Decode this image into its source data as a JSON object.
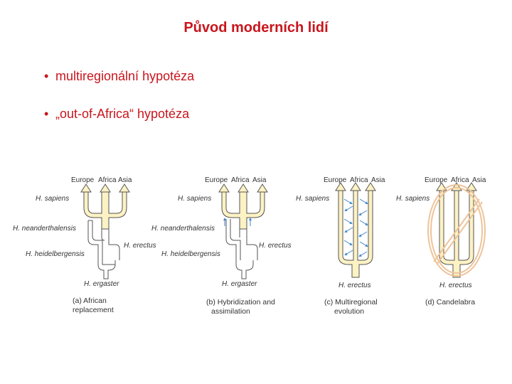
{
  "title": "Původ moderních lidí",
  "bullets": [
    {
      "marker": "•",
      "text": "multiregionální hypotéza"
    },
    {
      "marker": "•",
      "text": "„out-of-Africa“ hypotéza"
    }
  ],
  "colors": {
    "title": "#c8161d",
    "outline": "#555555",
    "fill": "#fdf2c4",
    "blue": "#3f86c8",
    "pink": "#eec49a"
  },
  "figure": {
    "regions": [
      "Europe",
      "Africa",
      "Asia"
    ],
    "species": {
      "sapiens": "H. sapiens",
      "neanderthalensis": "H. neanderthalensis",
      "heidelbergensis": "H. heidelbergensis",
      "erectus": "H. erectus",
      "ergaster": "H. ergaster"
    },
    "panels": [
      {
        "caption_1": "(a) African",
        "caption_2": "replacement"
      },
      {
        "caption_1": "(b) Hybridization and",
        "caption_2": "assimilation"
      },
      {
        "caption_1": "(c) Multiregional",
        "caption_2": "evolution"
      },
      {
        "caption_1": "(d) Candelabra",
        "caption_2": ""
      }
    ]
  }
}
